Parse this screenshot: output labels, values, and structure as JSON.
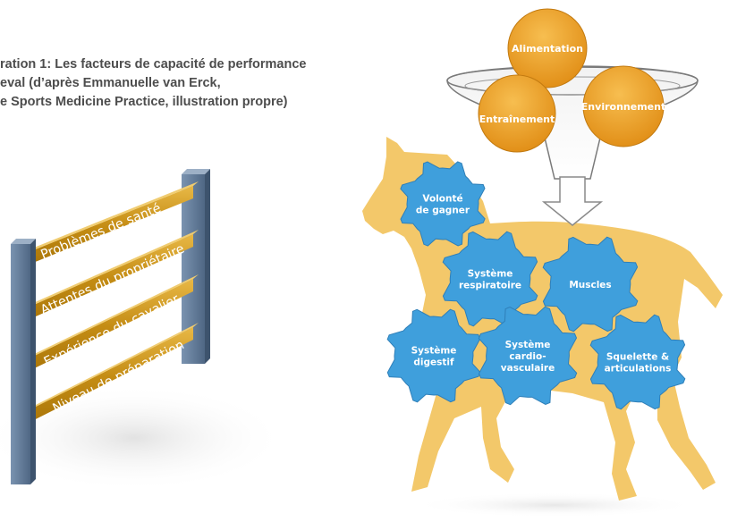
{
  "caption": {
    "line1": "ration 1: Les facteurs de capacité de performance",
    "line2": "eval (d’après Emmanuelle van Erck,",
    "line3": "e Sports Medicine Practice, illustration propre)"
  },
  "fence": {
    "rails": [
      "Problèmes de santé",
      "Attentes du propriétaire",
      "Expérience du cavalier",
      "Niveau de préparation"
    ]
  },
  "funnel": {
    "inputs": [
      "Alimentation",
      "Entraînement",
      "Environnement"
    ]
  },
  "gears": [
    {
      "lines": [
        "Volonté",
        "de gagner"
      ]
    },
    {
      "lines": [
        "Système",
        "respiratoire"
      ]
    },
    {
      "lines": [
        "Muscles"
      ]
    },
    {
      "lines": [
        "Système",
        "digestif"
      ]
    },
    {
      "lines": [
        "Système",
        "cardio-",
        "vasculaire"
      ]
    },
    {
      "lines": [
        "Squelette &",
        "articulations"
      ]
    }
  ],
  "colors": {
    "gear": "#3f9fdc",
    "horse": "#f3c86a",
    "circle": "#f0a030",
    "rail": "#d09a18",
    "post": "#667f9c"
  }
}
